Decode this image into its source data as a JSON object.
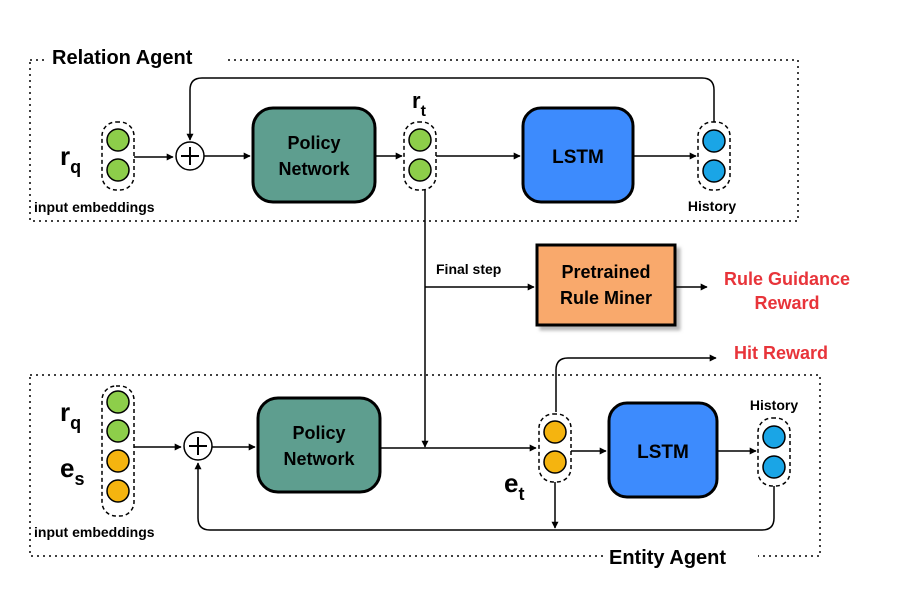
{
  "relation_agent": {
    "title": "Relation Agent",
    "query_symbol": "r",
    "query_sub": "q",
    "input_label": "input embeddings",
    "adder_symbol": "+",
    "policy_line1": "Policy",
    "policy_line2": "Network",
    "output_symbol": "r",
    "output_sub": "t",
    "lstm_label": "LSTM",
    "history_label": "History"
  },
  "middle": {
    "final_step_label": "Final step",
    "miner_line1": "Pretrained",
    "miner_line2": "Rule Miner",
    "reward_line1": "Rule Guidance",
    "reward_line2": "Reward",
    "hit_reward": "Hit Reward"
  },
  "entity_agent": {
    "title": "Entity Agent",
    "query_symbol": "r",
    "query_sub": "q",
    "source_symbol": "e",
    "source_sub": "s",
    "input_label": "input embeddings",
    "adder_symbol": "+",
    "policy_line1": "Policy",
    "policy_line2": "Network",
    "output_symbol": "e",
    "output_sub": "t",
    "lstm_label": "LSTM",
    "history_label": "History"
  },
  "colors": {
    "policy": "#5e9e8f",
    "lstm": "#3d8bfd",
    "miner": "#f9a96c",
    "green_node": "#8dce4a",
    "orange_node": "#f5b40f",
    "blue_node": "#1aa5e6",
    "reward": "#e8343a"
  }
}
